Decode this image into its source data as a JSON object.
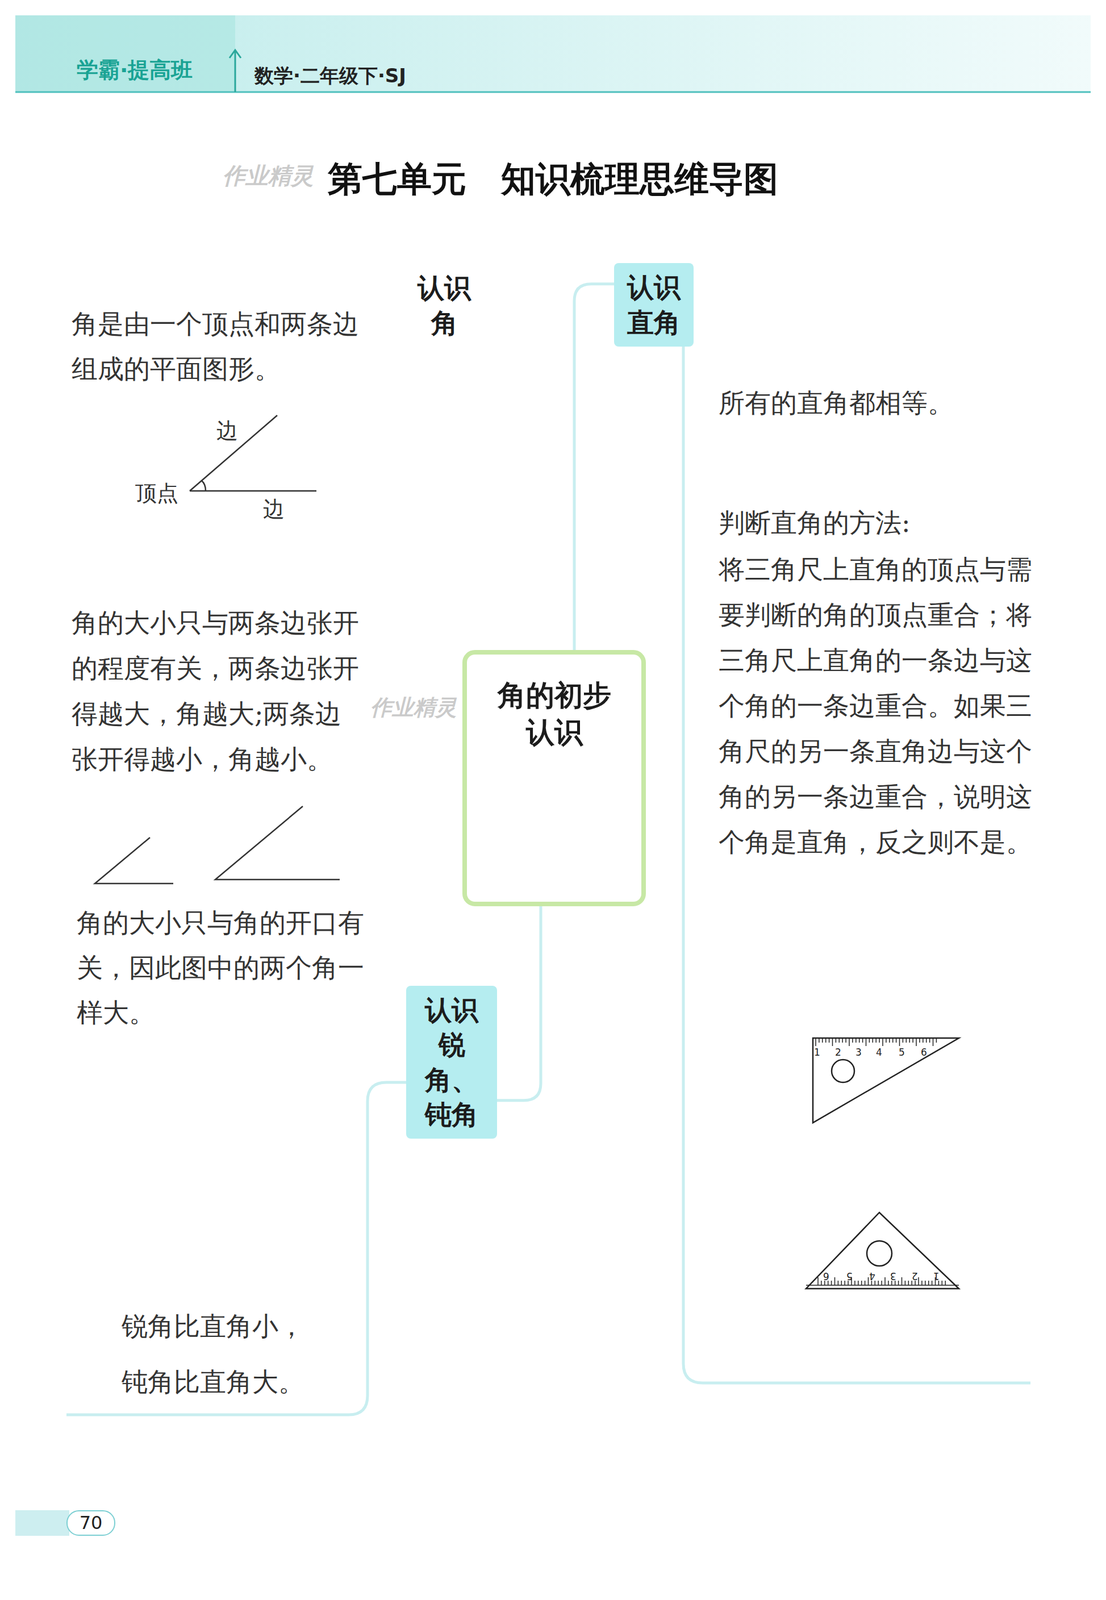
{
  "diagram": {
    "title": "第七单元　知识梳理思维导图",
    "nodes": [
      {
        "text": [
          "认识角"
        ]
      },
      {
        "text": [
          "认识直角"
        ]
      },
      {
        "text": [
          "角的初步认识"
        ]
      },
      {
        "text": [
          "认识锐角、钝角"
        ]
      }
    ],
    "edges": [
      {
        "from": 2,
        "to": 1,
        "arrow": "none"
      },
      {
        "from": 2,
        "to": 3,
        "arrow": "none"
      }
    ],
    "labels": [
      "学霸·提高班",
      "数学·二年级下·SJ",
      "作业精灵",
      "角是由一个顶点和两条边组成的平面图形。",
      "边",
      "顶点",
      "边",
      "角的大小只与两条边张开的程度有关，两条边张开得越大，角越大;两条边张开得越小，角越小。",
      "作业精灵",
      "角的大小只与角的开口有关，因此图中的两个角一样大。",
      "锐角比直角小，钝角比直角大。",
      "所有的直角都相等。",
      "判断直角的方法:",
      "将三角尺上直角的顶点与需要判断的角的顶点重合；将三角尺上直角的一条边与这个角的一条边重合。如果三角尺的另一条直角边与这个角的另一条边重合，说明这个角是直角，反之则不是。",
      "1",
      "2",
      "3",
      "4",
      "5",
      "6",
      "6",
      "5",
      "4",
      "3",
      "2",
      "1",
      "70"
    ]
  }
}
